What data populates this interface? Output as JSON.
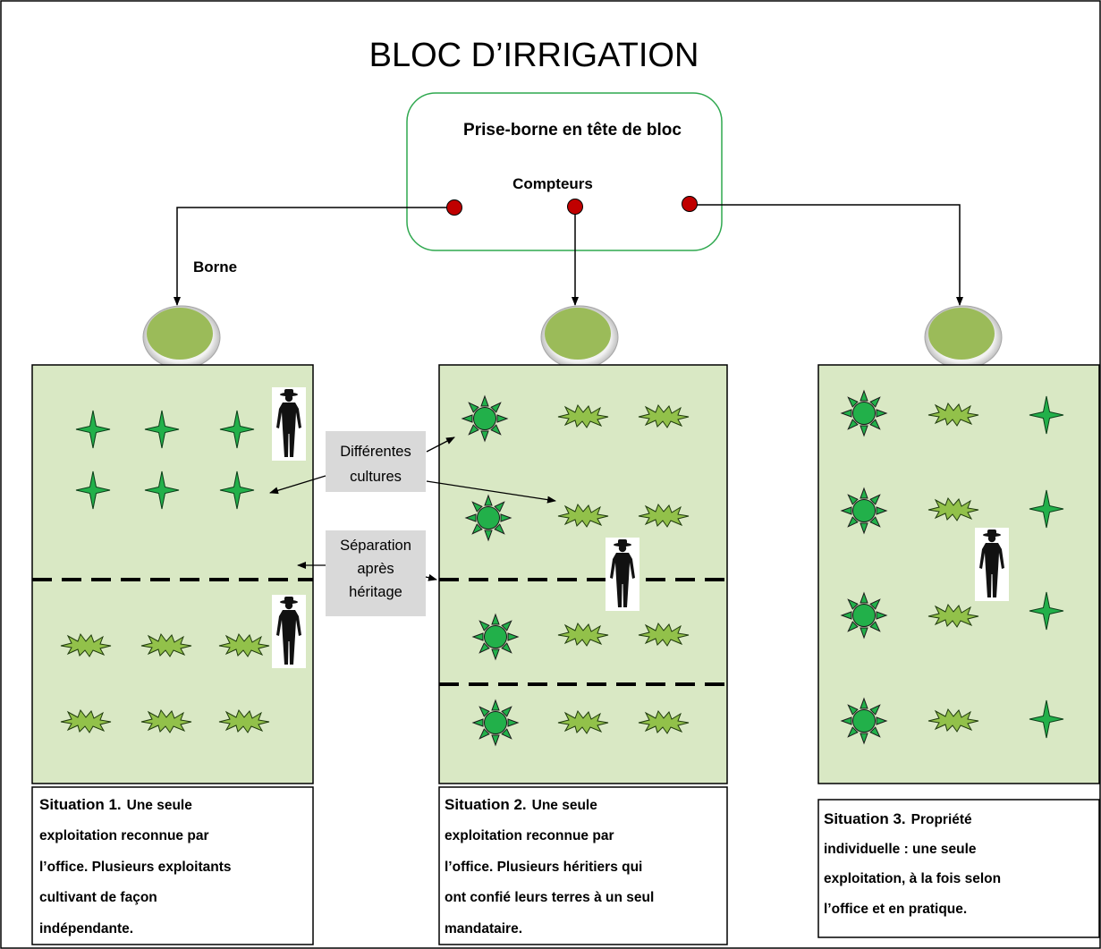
{
  "title": "BLOC D’IRRIGATION",
  "intake": {
    "label": "Prise-borne en tête de bloc",
    "meters_label": "Compteurs"
  },
  "borne_label": "Borne",
  "annotations": {
    "crops": [
      "Différentes",
      "cultures"
    ],
    "separation": [
      "Séparation",
      "après",
      "héritage"
    ]
  },
  "situations": [
    {
      "heading": "Situation 1.",
      "lines": [
        "Une seule",
        "exploitation reconnue par",
        "l’office. Plusieurs exploitants",
        "cultivant de façon",
        "indépendante."
      ]
    },
    {
      "heading": "Situation 2.",
      "lines": [
        "Une seule",
        "exploitation reconnue par",
        "l’office. Plusieurs héritiers qui",
        "ont confié leurs terres à un seul",
        "mandataire."
      ]
    },
    {
      "heading": "Situation 3.",
      "lines": [
        "Propriété",
        "individuelle : une seule",
        "exploitation, à la fois selon",
        "l’office et en pratique."
      ]
    }
  ],
  "colors": {
    "field_fill": "#d9e8c4",
    "intake_border": "#2fa84f",
    "meter": "#c00000",
    "borne": "#9bbb59",
    "crop_green": "#22b04a",
    "burst_green": "#92c14a",
    "annotation_bg": "#d9d9d9"
  }
}
